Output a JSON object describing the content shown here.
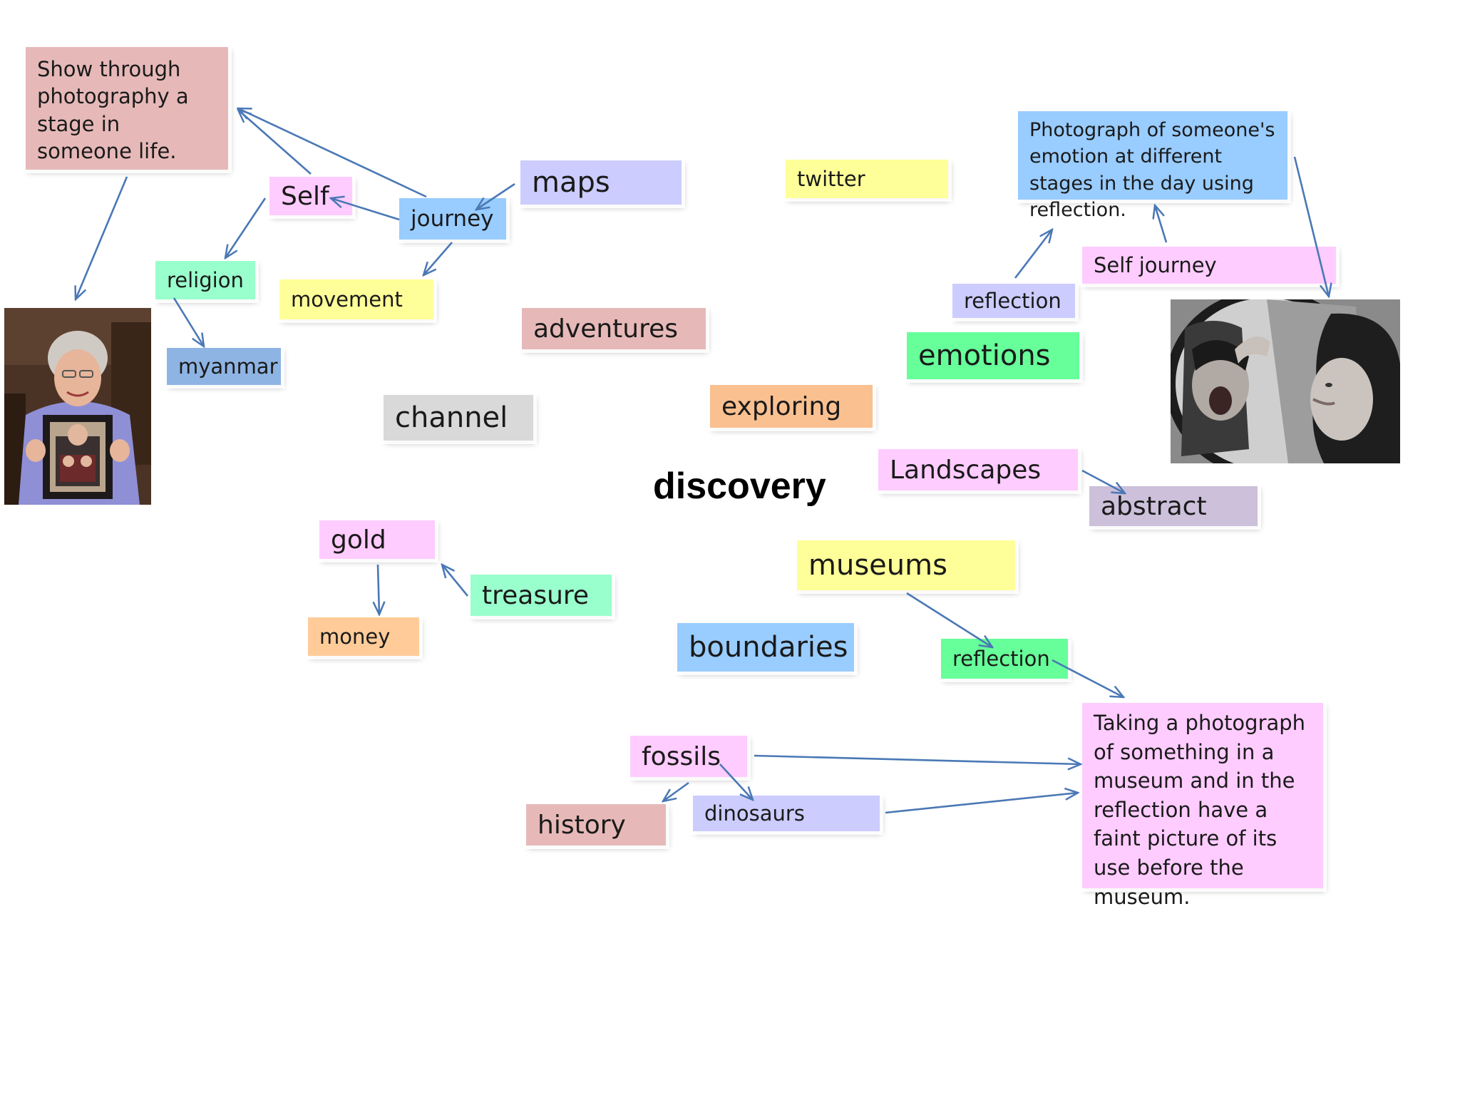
{
  "diagram": {
    "center": "discovery",
    "nodes": {
      "show_through": "Show through photography a stage in someone life.",
      "self": "Self",
      "journey": "journey",
      "maps": "maps",
      "religion": "religion",
      "movement": "movement",
      "myanmar": "myanmar",
      "adventures": "adventures",
      "channel": "channel",
      "twitter": "twitter",
      "photograph_emotion": "Photograph of someone's emotion at different stages in the day using reflection.",
      "self_journey": "Self journey",
      "reflection_top": "reflection",
      "emotions": "emotions",
      "exploring": "exploring",
      "landscapes": "Landscapes",
      "abstract": "abstract",
      "gold": "gold",
      "treasure": "treasure",
      "money": "money",
      "museums": "museums",
      "boundaries": "boundaries",
      "reflection_bottom": "reflection",
      "taking_photo": "Taking a photograph of something in a museum and in the reflection have a faint picture of its use before the museum.",
      "fossils": "fossils",
      "history": "history",
      "dinosaurs": "dinosaurs"
    },
    "images": [
      "photo-elderly-woman-holding-framed-picture",
      "photo-girl-screaming-mirror-reflection"
    ],
    "colors": {
      "arrow": "#4a78b5",
      "pink": "#ffccff",
      "lavender": "#ccccff",
      "blue": "#99ccff",
      "yellow": "#ffff99",
      "rose": "#e6b9b8",
      "mint": "#99ffcc",
      "green": "#66ff99",
      "peach": "#ffcc99",
      "orange": "#fac090",
      "gray": "#d9d9d9",
      "steel": "#8eb4e3",
      "mauve": "#ccc0da"
    }
  }
}
